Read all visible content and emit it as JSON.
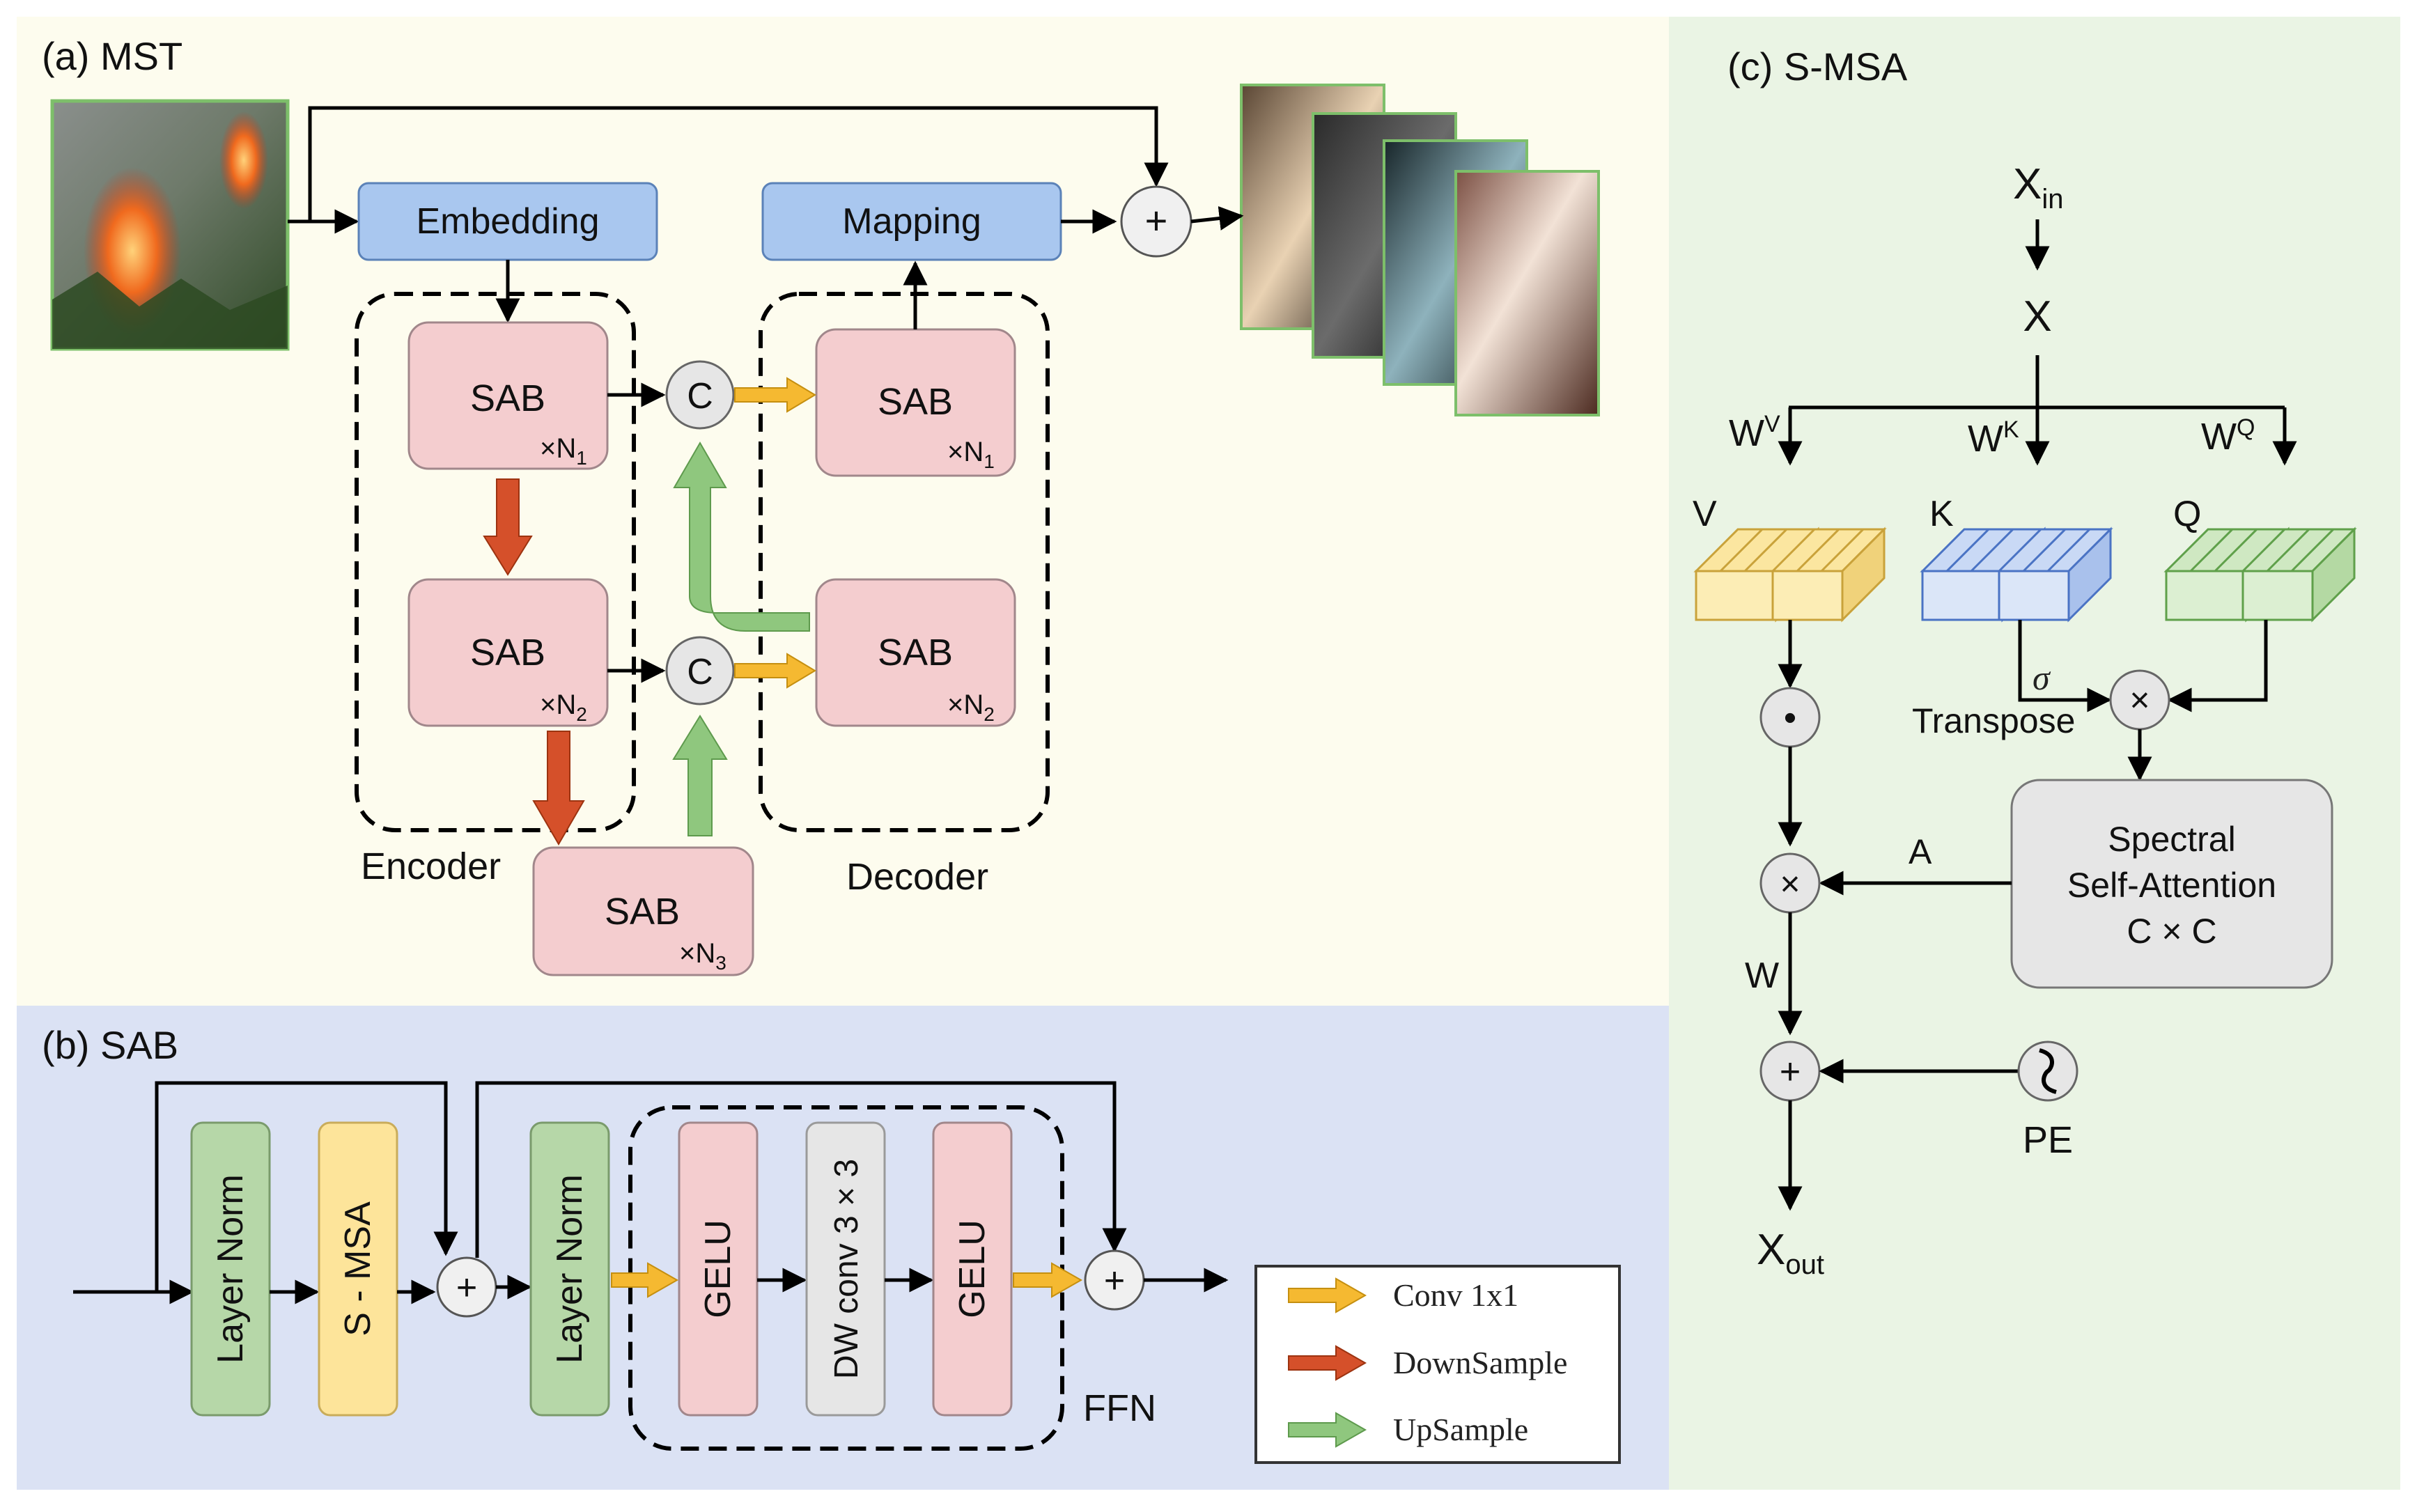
{
  "colors": {
    "panel_a_bg": "#fdfcee",
    "panel_b_bg": "#dbe2f4",
    "panel_c_bg": "#eaf4e4",
    "blue_box": "#a9c7ef",
    "pink_box": "#f4cdcf",
    "green_box": "#b6d7a8",
    "yellow_box": "#fde49a",
    "gray_box": "#e6e6e6",
    "conv_arrow": "#f5b931",
    "down_arrow": "#d5502a",
    "up_arrow": "#8fc77e"
  },
  "panel_a": {
    "title": "(a) MST",
    "embedding": "Embedding",
    "mapping": "Mapping",
    "sab": "SAB",
    "n1": "×N",
    "n1_sub": "1",
    "n2": "×N",
    "n2_sub": "2",
    "n3": "×N",
    "n3_sub": "3",
    "concat": "C",
    "plus": "+",
    "encoder": "Encoder",
    "decoder": "Decoder"
  },
  "panel_b": {
    "title": "(b) SAB",
    "layer_norm": "Layer Norm",
    "smsa": "S - MSA",
    "gelu": "GELU",
    "dwconv": "DW conv 3 × 3",
    "plus": "+",
    "ffn": "FFN",
    "legend": {
      "conv": "Conv 1x1",
      "down": "DownSample",
      "up": "UpSample"
    }
  },
  "panel_c": {
    "title": "(c) S-MSA",
    "x_in": "X",
    "x_in_sub": "in",
    "x": "X",
    "wv": "W",
    "wv_sup": "V",
    "wk": "W",
    "wk_sup": "K",
    "wq": "W",
    "wq_sup": "Q",
    "v": "V",
    "k": "K",
    "q": "Q",
    "sigma": "σ",
    "transpose": "Transpose",
    "dot": "•",
    "times": "×",
    "a": "A",
    "attn_line1": "Spectral",
    "attn_line2": "Self-Attention",
    "attn_line3": "C × C",
    "w": "W",
    "plus": "+",
    "pe": "PE",
    "x_out": "X",
    "x_out_sub": "out"
  }
}
